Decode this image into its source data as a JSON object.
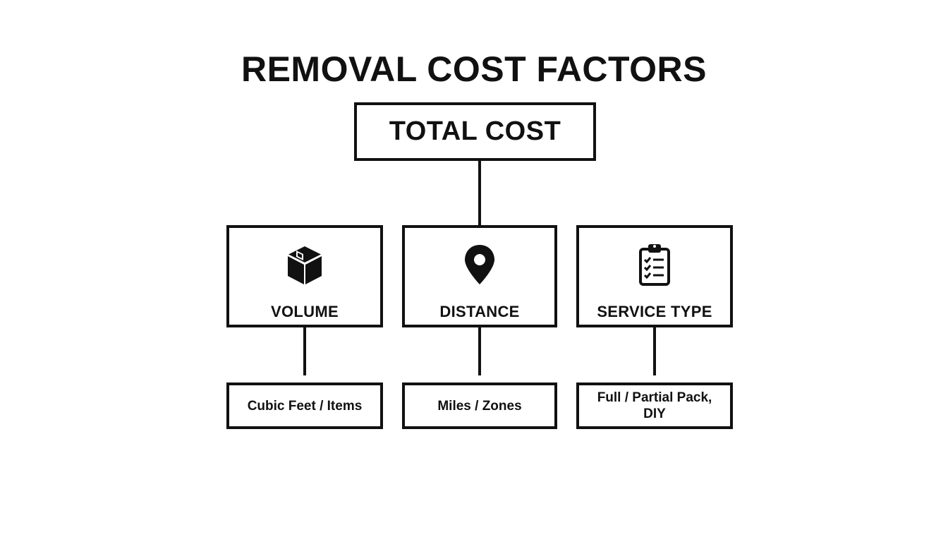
{
  "title": "REMOVAL COST FACTORS",
  "root": {
    "label": "TOTAL COST"
  },
  "factors": [
    {
      "label": "VOLUME",
      "icon": "box-icon",
      "detail": "Cubic Feet / Items"
    },
    {
      "label": "DISTANCE",
      "icon": "location-pin-icon",
      "detail": "Miles / Zones"
    },
    {
      "label": "SERVICE TYPE",
      "icon": "clipboard-checklist-icon",
      "detail": "Full / Partial Pack, DIY"
    }
  ],
  "colors": {
    "stroke": "#111111",
    "background": "#ffffff"
  }
}
